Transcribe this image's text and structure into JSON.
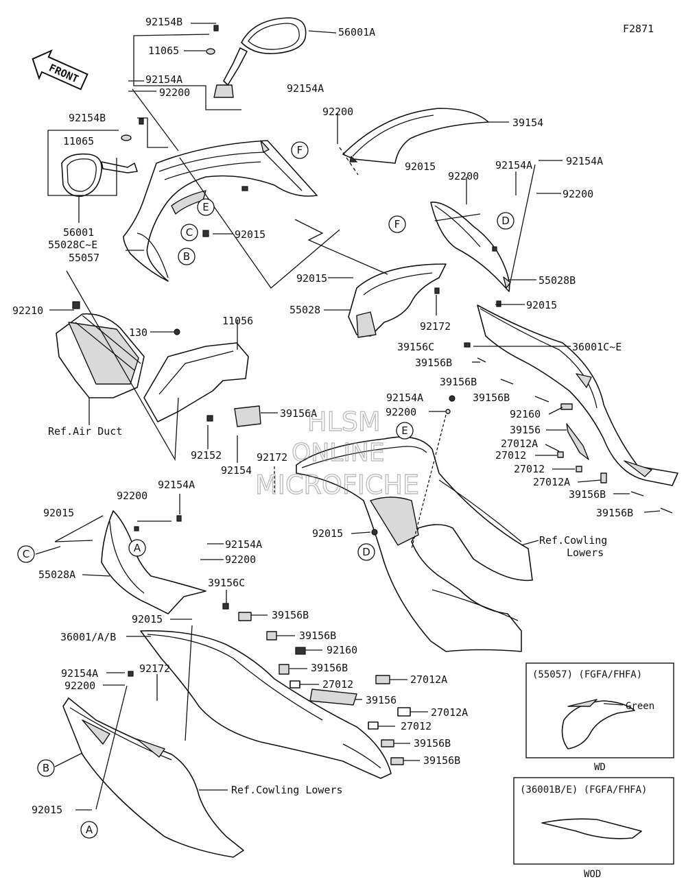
{
  "diagram_id": "F2871",
  "front_label": "FRONT",
  "watermark": {
    "line1": "HLSM",
    "line2": "ONLINE",
    "line3": "MICROFICHE"
  },
  "labels": {
    "p92154B_top": "92154B",
    "p56001A": "56001A",
    "p11065_top": "11065",
    "p92154A_l": "92154A",
    "p92200_l": "92200",
    "p92154A_c": "92154A",
    "p92200_c": "92200",
    "p39154": "39154",
    "p92154B_l": "92154B",
    "p11065_l": "11065",
    "p56001": "56001",
    "p55028CE": "55028C~E",
    "p55057": "55057",
    "p92015_m": "92015",
    "p92015_r": "92015",
    "p92200_r": "92200",
    "p92154A_r1": "92154A",
    "p92154A_r2": "92154A",
    "p92200_r2": "92200",
    "p55028B": "55028B",
    "p92015_c": "92015",
    "p55028": "55028",
    "p92172_c": "92172",
    "p92015_r3": "92015",
    "p92210": "92210",
    "p130": "130",
    "p11056": "11056",
    "p39156C_r": "39156C",
    "p39156B_r1": "39156B",
    "p36001CE": "36001C~E",
    "p39156B_r2": "39156B",
    "p92154A_m": "92154A",
    "p39156B_r3": "39156B",
    "p92200_m": "92200",
    "p92160_r": "92160",
    "p39156A": "39156A",
    "p39156_r": "39156",
    "p27012A_r1": "27012A",
    "p27012_r1": "27012",
    "p27012_r2": "27012",
    "p27012A_r2": "27012A",
    "p39156B_r4": "39156B",
    "p39156B_r5": "39156B",
    "ref_air_duct": "Ref.Air Duct",
    "p92152": "92152",
    "p92154": "92154",
    "p92172_m": "92172",
    "p92015_m2": "92015",
    "ref_cowling_lowers_r1": "Ref.Cowling",
    "ref_cowling_lowers_r2": "Lowers",
    "p92200_ll": "92200",
    "p92154A_ll": "92154A",
    "p92015_ll": "92015",
    "p55028A": "55028A",
    "p92154A_lm": "92154A",
    "p92200_lm": "92200",
    "p39156C_l": "39156C",
    "p39156B_l1": "39156B",
    "p92015_lm": "92015",
    "p36001AB": "36001/A/B",
    "p39156B_l2": "39156B",
    "p92160_l": "92160",
    "p92154A_b": "92154A",
    "p92172_b": "92172",
    "p39156B_l3": "39156B",
    "p92200_b": "92200",
    "p27012_l1": "27012",
    "p27012A_l1": "27012A",
    "p39156_l": "39156",
    "p27012A_l2": "27012A",
    "p27012_l2": "27012",
    "p39156B_l4": "39156B",
    "p39156B_l5": "39156B",
    "ref_cowling_lowers_b": "Ref.Cowling Lowers",
    "p92015_b": "92015"
  },
  "callouts": [
    "A",
    "B",
    "C",
    "D",
    "E",
    "F"
  ],
  "variant_boxes": [
    {
      "title": "(55057) (FGFA/FHFA)",
      "note": "Green",
      "caption": "WD"
    },
    {
      "title": "(36001B/E) (FGFA/FHFA)",
      "caption": "WOD"
    }
  ],
  "colors": {
    "ink": "#111111",
    "background": "#ffffff",
    "watermark": "#888888"
  }
}
